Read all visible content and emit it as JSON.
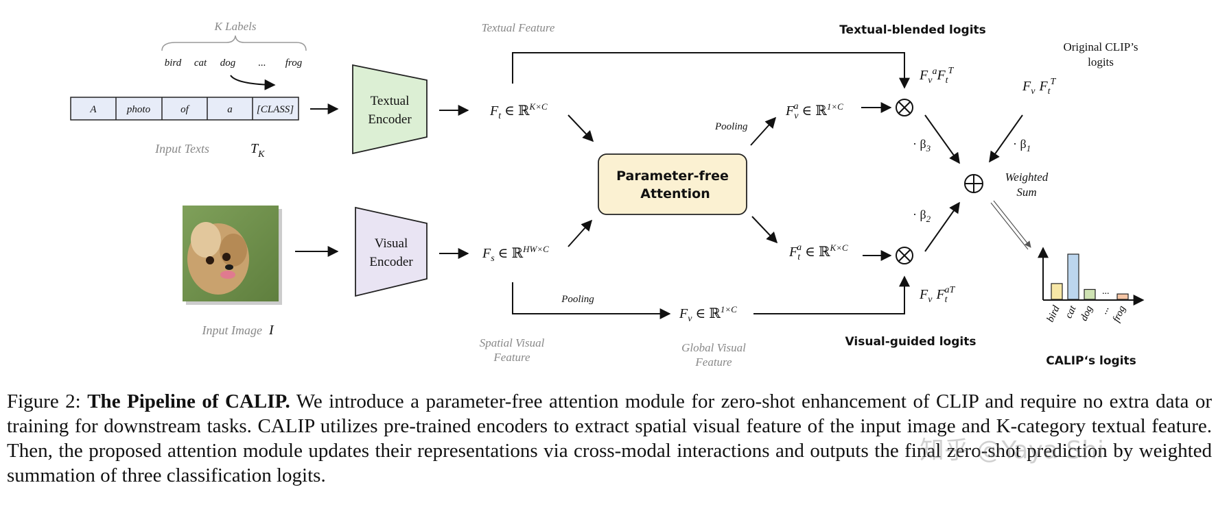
{
  "figure": {
    "k_labels_title": "K Labels",
    "k_labels": [
      "bird",
      "cat",
      "dog",
      "...",
      "frog"
    ],
    "prompt_tokens": [
      "A",
      "photo",
      "of",
      "a",
      "[CLASS]"
    ],
    "input_texts_label": "Input Texts",
    "input_texts_symbol": "T",
    "input_texts_sub": "K",
    "input_image_label": "Input Image",
    "input_image_symbol": "I",
    "textual_encoder": [
      "Textual",
      "Encoder"
    ],
    "visual_encoder": [
      "Visual",
      "Encoder"
    ],
    "textual_feature_label": "Textual Feature",
    "spatial_visual_feature_label": [
      "Spatial Visual",
      "Feature"
    ],
    "global_visual_feature_label": [
      "Global Visual",
      "Feature"
    ],
    "attention_box": [
      "Parameter-free",
      "Attention"
    ],
    "pooling": "Pooling",
    "ft_sym": "F",
    "ft_sub": "t",
    "ft_dims": "K×C",
    "fs_sym": "F",
    "fs_sub": "s",
    "fs_dims": "HW×C",
    "fva_dims": "1×C",
    "fta_dims": "K×C",
    "fv_dims": "1×C",
    "textual_blended_logits": "Textual-blended logits",
    "visual_guided_logits": "Visual-guided logits",
    "original_clip_logits": [
      "Original CLIP’s",
      "logits"
    ],
    "weighted_sum": [
      "Weighted",
      "Sum"
    ],
    "beta1": "· β",
    "beta1_sub": "1",
    "beta2": "· β",
    "beta2_sub": "2",
    "beta3": "· β",
    "beta3_sub": "3",
    "calip_logits": "CALIP‘s logits",
    "bar_chart": {
      "categories": [
        "bird",
        "cat",
        "dog",
        "...",
        "frog"
      ],
      "colors": [
        "#f7e7a6",
        "#bcd6ee",
        "#cfe3b3",
        null,
        "#f6c6a6"
      ],
      "values": [
        0.35,
        1.0,
        0.22,
        null,
        0.12
      ]
    }
  },
  "caption": {
    "prefix": "Figure 2:",
    "bold": "The Pipeline of CALIP.",
    "text": "We introduce a parameter-free attention module for zero-shot enhancement of CLIP and require no extra data or training for downstream tasks. CALIP utilizes pre-trained encoders to extract spatial visual feature of the input image and K-category textual feature. Then, the proposed attention module updates their representations via cross-modal interactions and outputs the final zero-shot prediction by weighted summation of three classification logits."
  },
  "watermark": "知乎 @Yaya Shi"
}
